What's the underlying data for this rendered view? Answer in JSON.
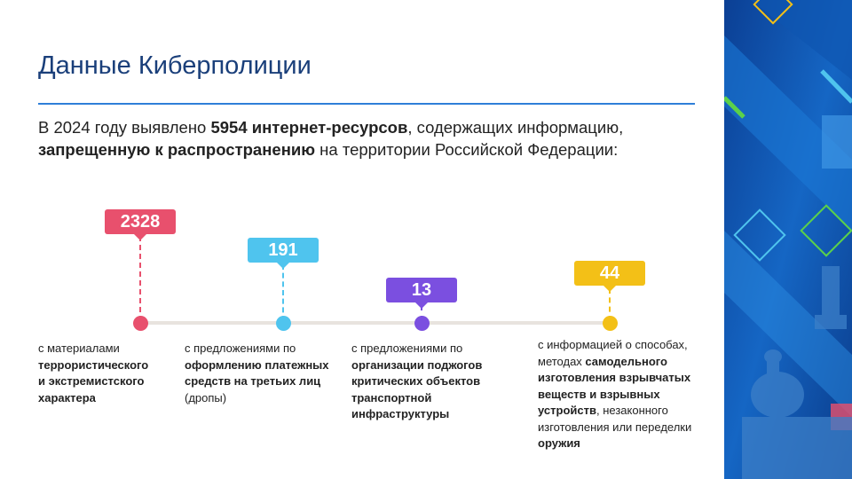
{
  "slide": {
    "title": "Данные Киберполиции",
    "intro": {
      "t1": "В 2024 году выявлено ",
      "b1": "5954 интернет-ресурсов",
      "t2": ", содержащих информацию, ",
      "b2": "запрещенную к распространению",
      "t3": " на территории Российской Федерации:"
    }
  },
  "timeline": [
    {
      "value": "2328",
      "color": "#e8506d",
      "parts": [
        {
          "text": "с материалами ",
          "bold": false
        },
        {
          "text": "террористического и экстремистского характера",
          "bold": true
        }
      ]
    },
    {
      "value": "191",
      "color": "#4fc4ee",
      "parts": [
        {
          "text": "с предложениями по ",
          "bold": false
        },
        {
          "text": "оформлению платежных средств на третьих лиц",
          "bold": true
        },
        {
          "text": " (дропы)",
          "bold": false
        }
      ]
    },
    {
      "value": "13",
      "color": "#7b4fe0",
      "parts": [
        {
          "text": "с предложениями по ",
          "bold": false
        },
        {
          "text": "организации поджогов критических объектов транспортной инфраструктуры",
          "bold": true
        }
      ]
    },
    {
      "value": "44",
      "color": "#f3c017",
      "parts": [
        {
          "text": "с информацией о способах, методах ",
          "bold": false
        },
        {
          "text": "самодельного изготовления взрывчатых веществ и взрывных устройств",
          "bold": true
        },
        {
          "text": ", незаконного изготовления или переделки ",
          "bold": false
        },
        {
          "text": "оружия",
          "bold": true
        }
      ]
    }
  ]
}
